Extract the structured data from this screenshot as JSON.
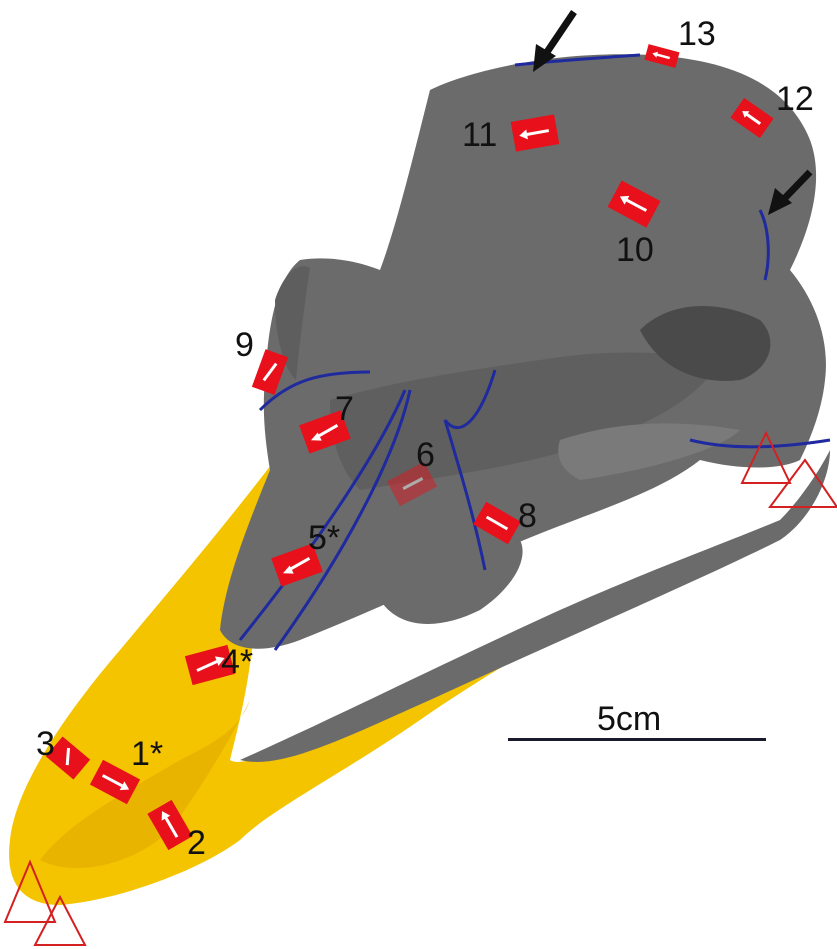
{
  "scale_bar": {
    "label": "5cm"
  },
  "colors": {
    "skull": "#6b6b6b",
    "beak": "#f4c400",
    "strain_gauge": "#e8101a",
    "gauge_arrow": "#ffffff",
    "suture_line": "#1f2a9e",
    "constraint": "#d42020",
    "pointer_arrow": "#111111"
  },
  "gauge_labels": [
    "1*",
    "2",
    "3",
    "4*",
    "5*",
    "6",
    "7",
    "8",
    "9",
    "10",
    "11",
    "12",
    "13"
  ]
}
